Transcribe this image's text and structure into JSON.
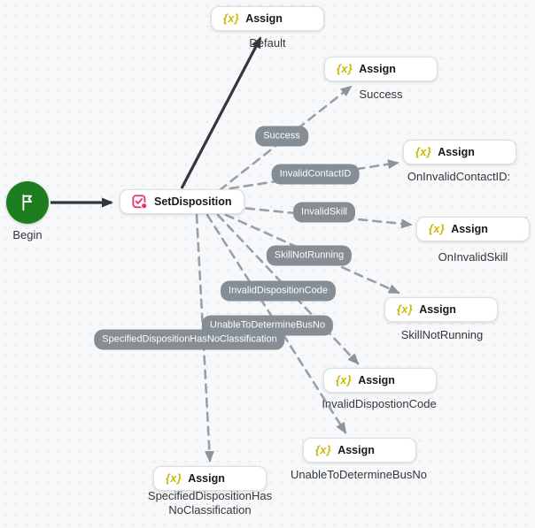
{
  "flow": {
    "begin": {
      "label": "Begin"
    },
    "set_disposition": {
      "title": "SetDisposition"
    },
    "assign_glyph": "{x}",
    "assign_title": "Assign",
    "assign_nodes": [
      {
        "caption": "Default"
      },
      {
        "caption": "Success"
      },
      {
        "caption": "OnInvalidContactID:"
      },
      {
        "caption": "OnInvalidSkill"
      },
      {
        "caption": "SkillNotRunning"
      },
      {
        "caption": "InvalidDispostionCode"
      },
      {
        "caption": "UnableToDetermineBusNo"
      },
      {
        "caption": "SpecifiedDispositionHasNoClassification"
      }
    ],
    "connection_labels": [
      {
        "label": "Success"
      },
      {
        "label": "InvalidContactID"
      },
      {
        "label": "InvalidSkill"
      },
      {
        "label": "SkillNotRunning"
      },
      {
        "label": "InvalidDispositionCode"
      },
      {
        "label": "UnableToDetermineBusNo"
      },
      {
        "label": "SpecifiedDispositionHasNoClassification"
      }
    ]
  },
  "colors": {
    "begin_green": "#1e7e1f",
    "assign_yellow": "#c9b800",
    "disposition_pink": "#e8316e",
    "connector_gray": "#9aa0a8",
    "pill_gray": "#858d95",
    "solid_arrow_dark": "#33373b",
    "node_background": "#ffffff",
    "node_border": "#dcdfe3"
  }
}
